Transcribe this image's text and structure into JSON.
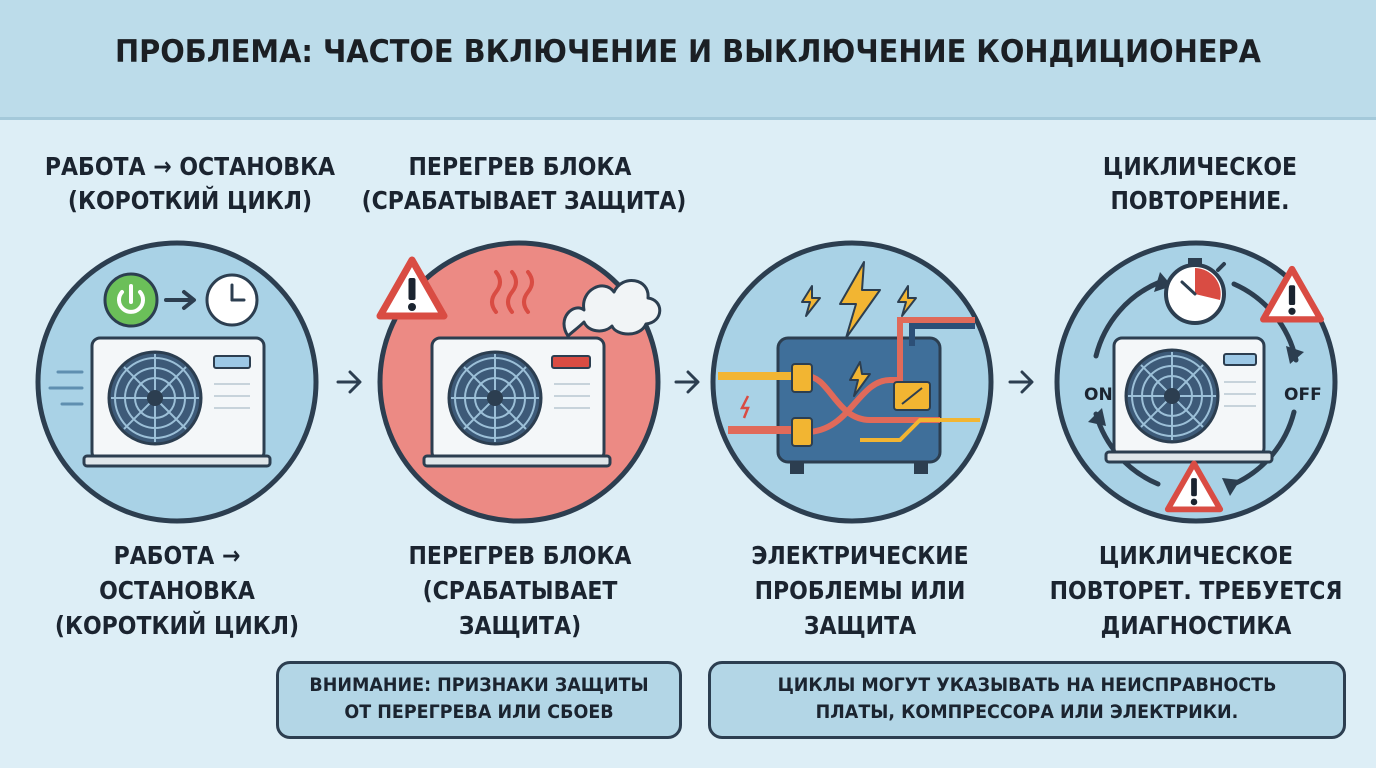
{
  "title": "ПРОБЛЕМА: ЧАСТОЕ ВКЛЮЧЕНИЕ И ВЫКЛЮЧЕНИЕ КОНДИЦИОНЕРА",
  "top_labels": {
    "step1": [
      "РАБОТА → ОСТАНОВКА",
      "(КОРОТКИЙ ЦИКЛ)"
    ],
    "step2": [
      "ПЕРЕГРЕВ БЛОКА",
      "(СРАБАТЫВАЕТ ЗАЩИТА)"
    ],
    "step4": [
      "ЦИКЛИЧЕСКОЕ",
      "ПОВТОРЕНИЕ."
    ]
  },
  "bottom_labels": {
    "step1": [
      "РАБОТА →",
      "ОСТАНОВКА",
      "(КОРОТКИЙ ЦИКЛ)"
    ],
    "step2": [
      "ПЕРЕГРЕВ БЛОКА",
      "(СРАБАТЫВАЕТ",
      "ЗАЩИТА)"
    ],
    "step3": [
      "ЭЛЕКТРИЧЕСКИЕ",
      "ПРОБЛЕМЫ ИЛИ",
      "ЗАЩИТА"
    ],
    "step4": [
      "ЦИКЛИЧЕСКОЕ",
      "ПОВТОРЕТ. ТРЕБУЕТСЯ",
      "ДИАГНОСТИКА"
    ]
  },
  "cycle": {
    "on_label": "ON",
    "off_label": "OFF"
  },
  "notes": {
    "warning": [
      "ВНИМАНИЕ: ПРИЗНАКИ ЗАЩИТЫ",
      "ОТ ПЕРЕГРЕВА ИЛИ СБОЕВ"
    ],
    "causes": [
      "ЦИКЛЫ МОГУТ УКАЗЫВАТЬ НА НЕИСПРАВНОСТЬ",
      "ПЛАТЫ, КОМПРЕССОРА ИЛИ ЭЛЕКТРИКИ."
    ]
  },
  "colors": {
    "header_bg": "#bcdcea",
    "page_bg": "#ddeef6",
    "circle_blue": "#a9d2e6",
    "circle_red": "#ec8a84",
    "warning_red": "#d94c43",
    "warning_fill": "#ffffff",
    "power_green": "#6bbf59",
    "bolt_yellow": "#f2b532",
    "outline": "#2c3e50"
  },
  "icons": [
    "power-icon",
    "clock-icon",
    "warning-icon",
    "heat-waves-icon",
    "smoke-icon",
    "lightning-icon",
    "stopwatch-icon",
    "cycle-arrows-icon",
    "fan-icon",
    "arrow-right-icon"
  ]
}
